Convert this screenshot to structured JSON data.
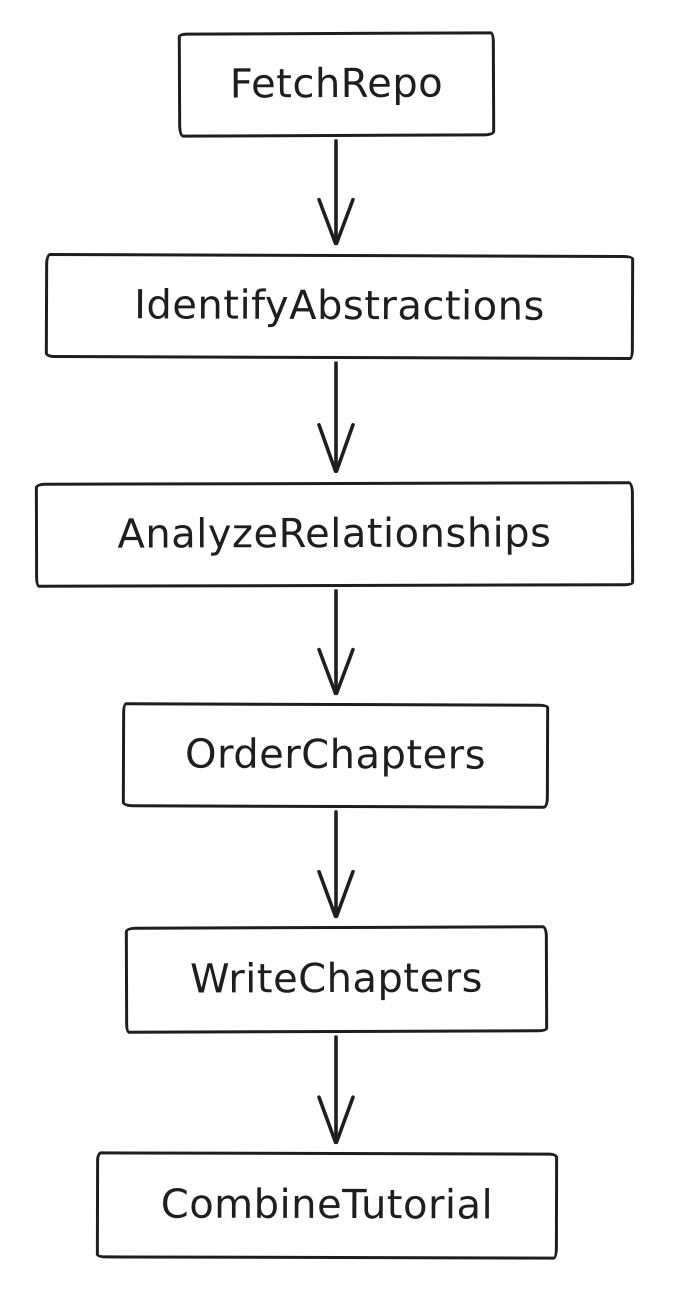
{
  "diagram": {
    "type": "flowchart",
    "direction": "top-down",
    "style": "hand-drawn",
    "stroke_color": "#1e1e1e",
    "node_fill_color": "#ffffff",
    "background_color": "#ffffff",
    "nodes": [
      {
        "label": "FetchRepo"
      },
      {
        "label": "IdentifyAbstractions"
      },
      {
        "label": "AnalyzeRelationships"
      },
      {
        "label": "OrderChapters"
      },
      {
        "label": "WriteChapters"
      },
      {
        "label": "CombineTutorial"
      }
    ],
    "edges": [
      {
        "from": "FetchRepo",
        "to": "IdentifyAbstractions"
      },
      {
        "from": "IdentifyAbstractions",
        "to": "AnalyzeRelationships"
      },
      {
        "from": "AnalyzeRelationships",
        "to": "OrderChapters"
      },
      {
        "from": "OrderChapters",
        "to": "WriteChapters"
      },
      {
        "from": "WriteChapters",
        "to": "CombineTutorial"
      }
    ]
  }
}
